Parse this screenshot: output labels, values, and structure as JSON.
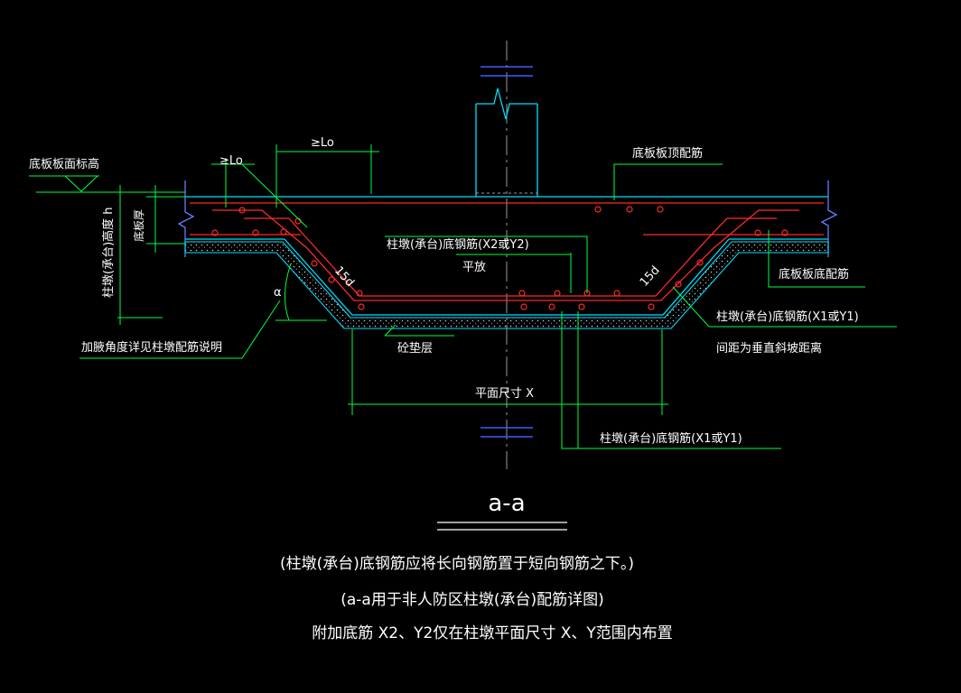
{
  "labels": {
    "slab_top_elev": "底板板面标高",
    "slab_thickness": "底板厚",
    "cap_height": "柱墩(承台)高度 h",
    "lap_lo_1": "≥Lo",
    "lap_lo_2": "≥Lo",
    "slab_top_rebar": "底板板顶配筋",
    "cap_bottom_x2y2": "柱墩(承台)底钢筋(X2或Y2)",
    "flat": "平放",
    "anchor_15d_left": "15d",
    "anchor_15d_right": "15d",
    "angle_a": "α",
    "slab_bottom_rebar": "底板板底配筋",
    "cap_bottom_x1y1_right": "柱墩(承台)底钢筋(X1或Y1)",
    "spacing_note": "间距为垂直斜坡距离",
    "haunch_angle_note": "加腋角度详见柱墩配筋说明",
    "cushion": "砼垫层",
    "plan_size_x": "平面尺寸 X",
    "cap_bottom_x1y1_bottom": "柱墩(承台)底钢筋(X1或Y1)"
  },
  "section": {
    "title": "a-a"
  },
  "notes": {
    "line1": "(柱墩(承台)底钢筋应将长向钢筋置于短向钢筋之下。)",
    "line2": "(a-a用于非人防区柱墩(承台)配筋详图)",
    "line3": "附加底筋 X2、Y2仅在柱墩平面尺寸 X、Y范围内布置"
  },
  "colors": {
    "background": "#000000",
    "rebar": "#ff2a2a",
    "leader": "#00ff40",
    "concrete": "#00e0ff",
    "dimension": "#00ff40",
    "centerline": "#9a9a9a",
    "text": "#ffffff",
    "breakline": "#5a6cff"
  }
}
